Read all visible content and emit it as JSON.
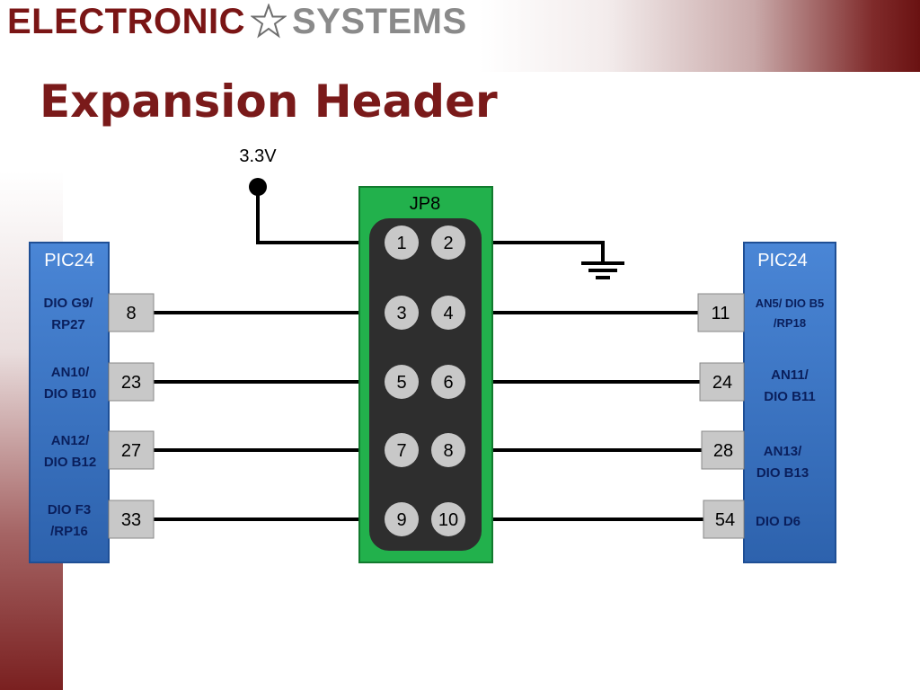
{
  "brand": {
    "word1": "ELECTRONIC",
    "word2": "SYSTEMS",
    "logo_icon": "star-icon"
  },
  "title": "Expansion Header",
  "header": {
    "name": "JP8",
    "pins": [
      "1",
      "2",
      "3",
      "4",
      "5",
      "6",
      "7",
      "8",
      "9",
      "10"
    ]
  },
  "power": {
    "label": "3.3V"
  },
  "left_chip": {
    "name": "PIC24",
    "rows": [
      {
        "signal_line1": "DIO G9/",
        "signal_line2": "RP27",
        "pin": "8"
      },
      {
        "signal_line1": "AN10/",
        "signal_line2": "DIO B10",
        "pin": "23"
      },
      {
        "signal_line1": "AN12/",
        "signal_line2": "DIO B12",
        "pin": "27"
      },
      {
        "signal_line1": "DIO F3",
        "signal_line2": "/RP16",
        "pin": "33"
      }
    ]
  },
  "right_chip": {
    "name": "PIC24",
    "rows": [
      {
        "signal_line1": "AN5/ DIO B5",
        "signal_line2": "/RP18",
        "pin": "11"
      },
      {
        "signal_line1": "AN11/",
        "signal_line2": "DIO B11",
        "pin": "24"
      },
      {
        "signal_line1": "AN13/",
        "signal_line2": "DIO B13",
        "pin": "28"
      },
      {
        "signal_line1": "DIO D6",
        "signal_line2": "",
        "pin": "54"
      }
    ]
  },
  "colors": {
    "brand_red": "#7a1515",
    "brand_gray": "#8a8a8a",
    "chip_blue": "#3a73c2",
    "header_green": "#22b14c",
    "header_body": "#2e2e2e",
    "pin_gray": "#c8c8c8"
  }
}
